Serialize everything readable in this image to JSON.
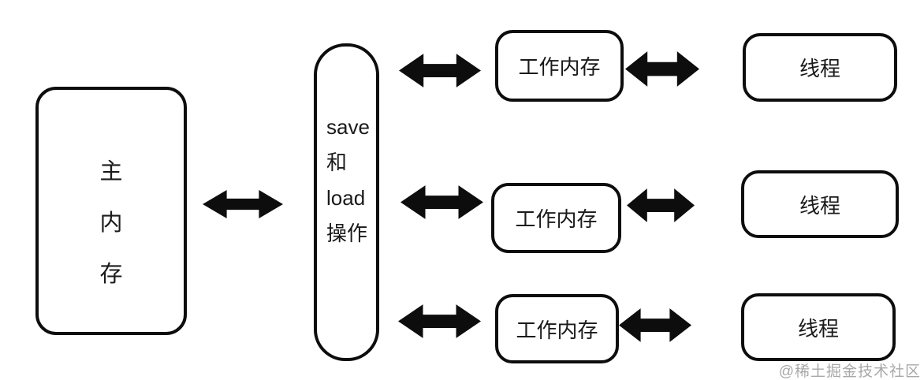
{
  "diagram": {
    "title": "JMM main memory / working memory / thread interaction diagram",
    "colors": {
      "background": "#ffffff",
      "stroke": "#0d0d0d",
      "text": "#1a1a1a",
      "watermark": "#a8a8a8"
    },
    "main_memory": {
      "label": "主内存",
      "chars": [
        "主",
        "内",
        "存"
      ]
    },
    "save_load": {
      "label": "save和load操作",
      "lines": [
        "save",
        "和",
        "load",
        "操作"
      ]
    },
    "rows": [
      {
        "work_memory": "工作内存",
        "thread": "线程"
      },
      {
        "work_memory": "工作内存",
        "thread": "线程"
      },
      {
        "work_memory": "工作内存",
        "thread": "线程"
      }
    ],
    "watermark": {
      "text": "@稀土掘金技术社区"
    }
  }
}
